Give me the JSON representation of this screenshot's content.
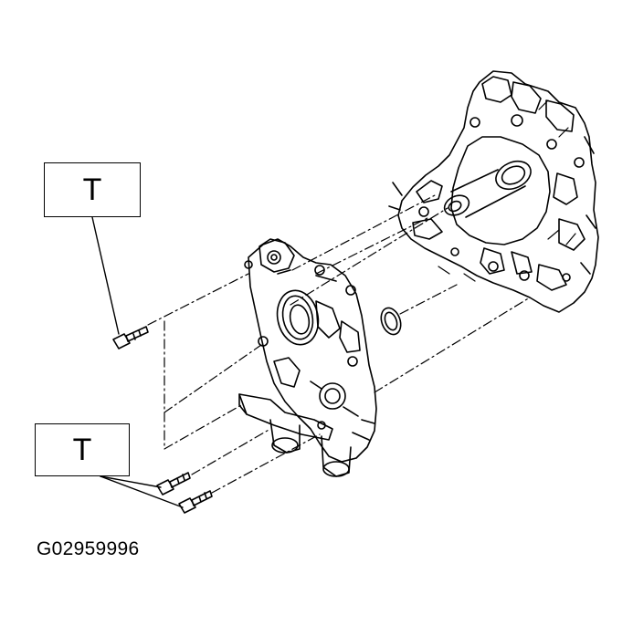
{
  "callouts": {
    "top": {
      "label": "T"
    },
    "bottom": {
      "label": "T"
    }
  },
  "figure_id": "G02959996",
  "colors": {
    "line": "#000000",
    "background": "#ffffff"
  }
}
